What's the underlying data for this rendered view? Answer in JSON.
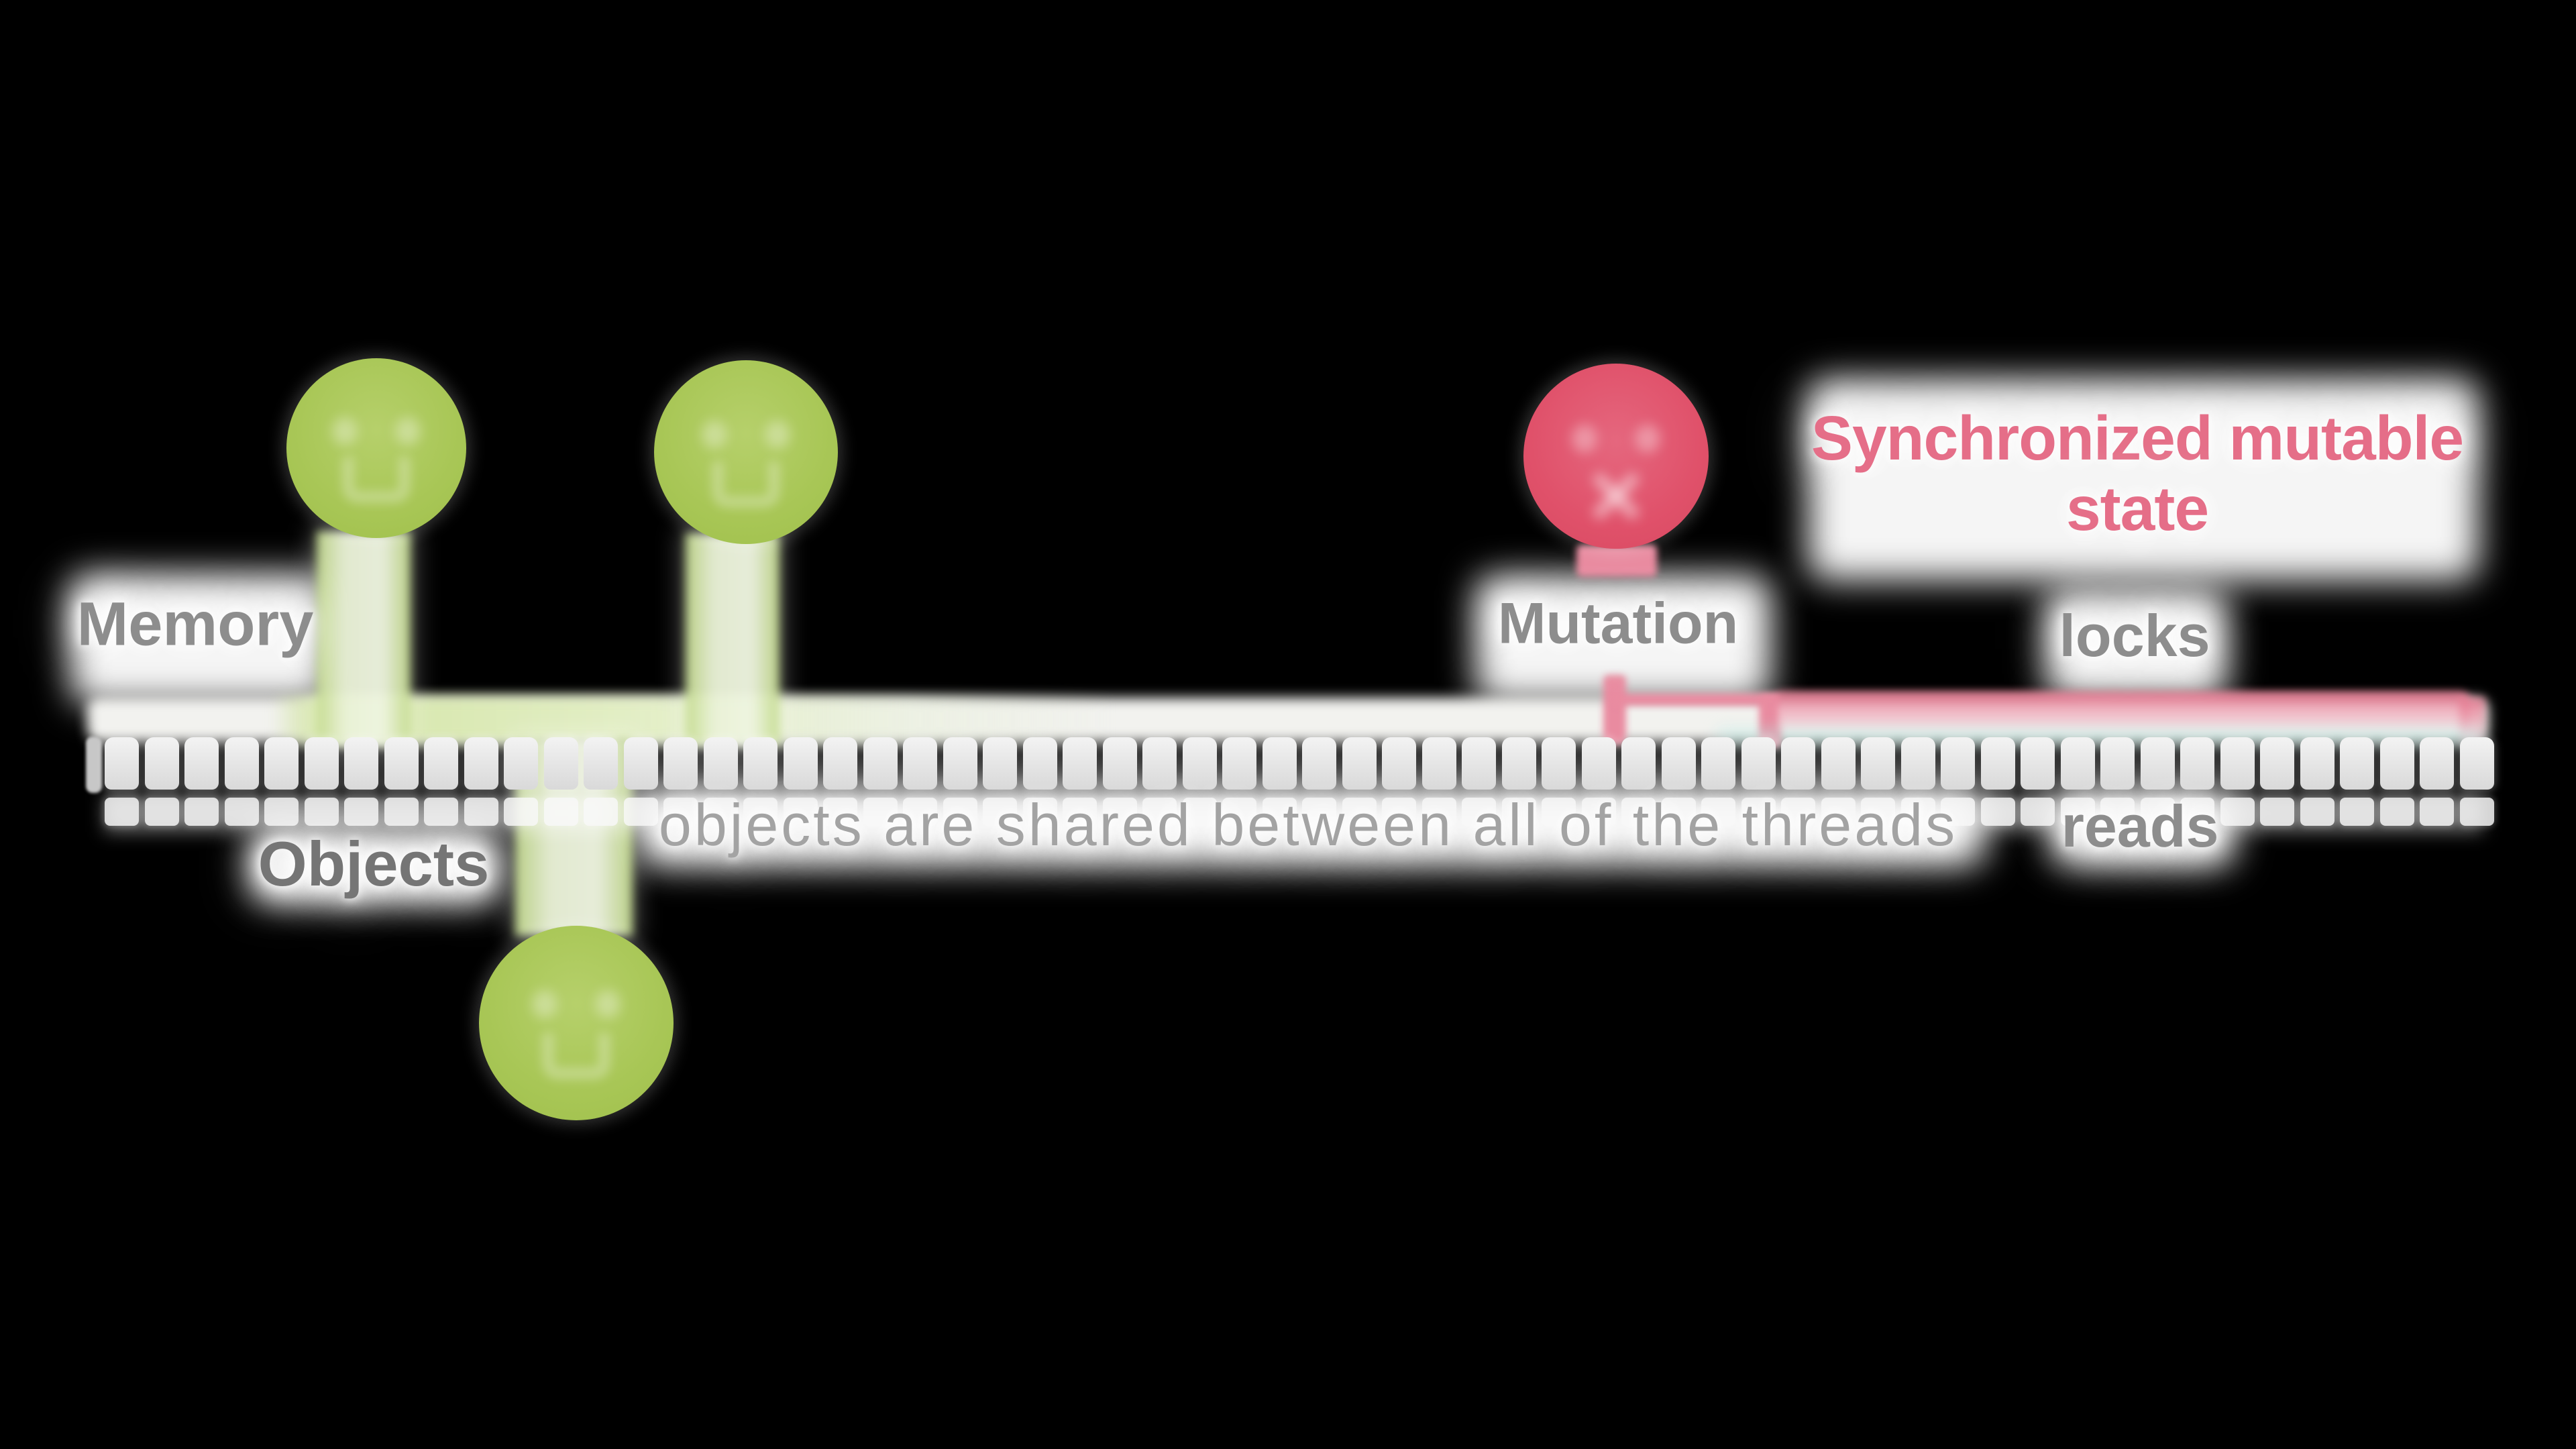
{
  "slide": {
    "background_color": "#000000",
    "green_actor_color": "#a7c654",
    "red_actor_color": "#e25670",
    "heading_color": "#e7617f",
    "label_color": "#9a9a9a"
  },
  "heading": {
    "line1": "Synchronized mutable",
    "line2": "state"
  },
  "labels": {
    "memory": "Memory",
    "objects": "Objects",
    "caption": "objects are shared between all of the threads",
    "mutation": "Mutation",
    "locks": "locks",
    "reads": "reads"
  },
  "actors": {
    "green_count": 3,
    "red_count": 1,
    "green_face": "smiley-face",
    "red_face": "dead-face"
  },
  "memory_bar": {
    "cells": 60,
    "under_cells": 60
  }
}
